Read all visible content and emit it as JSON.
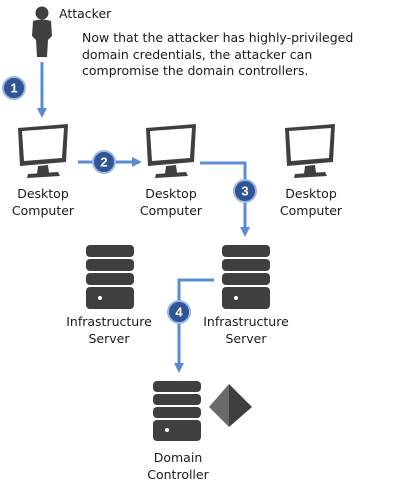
{
  "attacker": {
    "label": "Attacker"
  },
  "description": "Now that the attacker has highly-privileged domain credentials, the attacker can compromise the domain controllers.",
  "nodes": {
    "desktop1": {
      "line1": "Desktop",
      "line2": "Computer"
    },
    "desktop2": {
      "line1": "Desktop",
      "line2": "Computer"
    },
    "desktop3": {
      "line1": "Desktop",
      "line2": "Computer"
    },
    "infra1": {
      "line1": "Infrastructure",
      "line2": "Server"
    },
    "infra2": {
      "line1": "Infrastructure",
      "line2": "Server"
    },
    "dc": {
      "line1": "Domain",
      "line2": "Controller"
    }
  },
  "steps": [
    "1",
    "2",
    "3",
    "4"
  ],
  "colors": {
    "arrow": "#5b8bd0",
    "badge": "#2f5597",
    "device": "#3f3f3f"
  }
}
